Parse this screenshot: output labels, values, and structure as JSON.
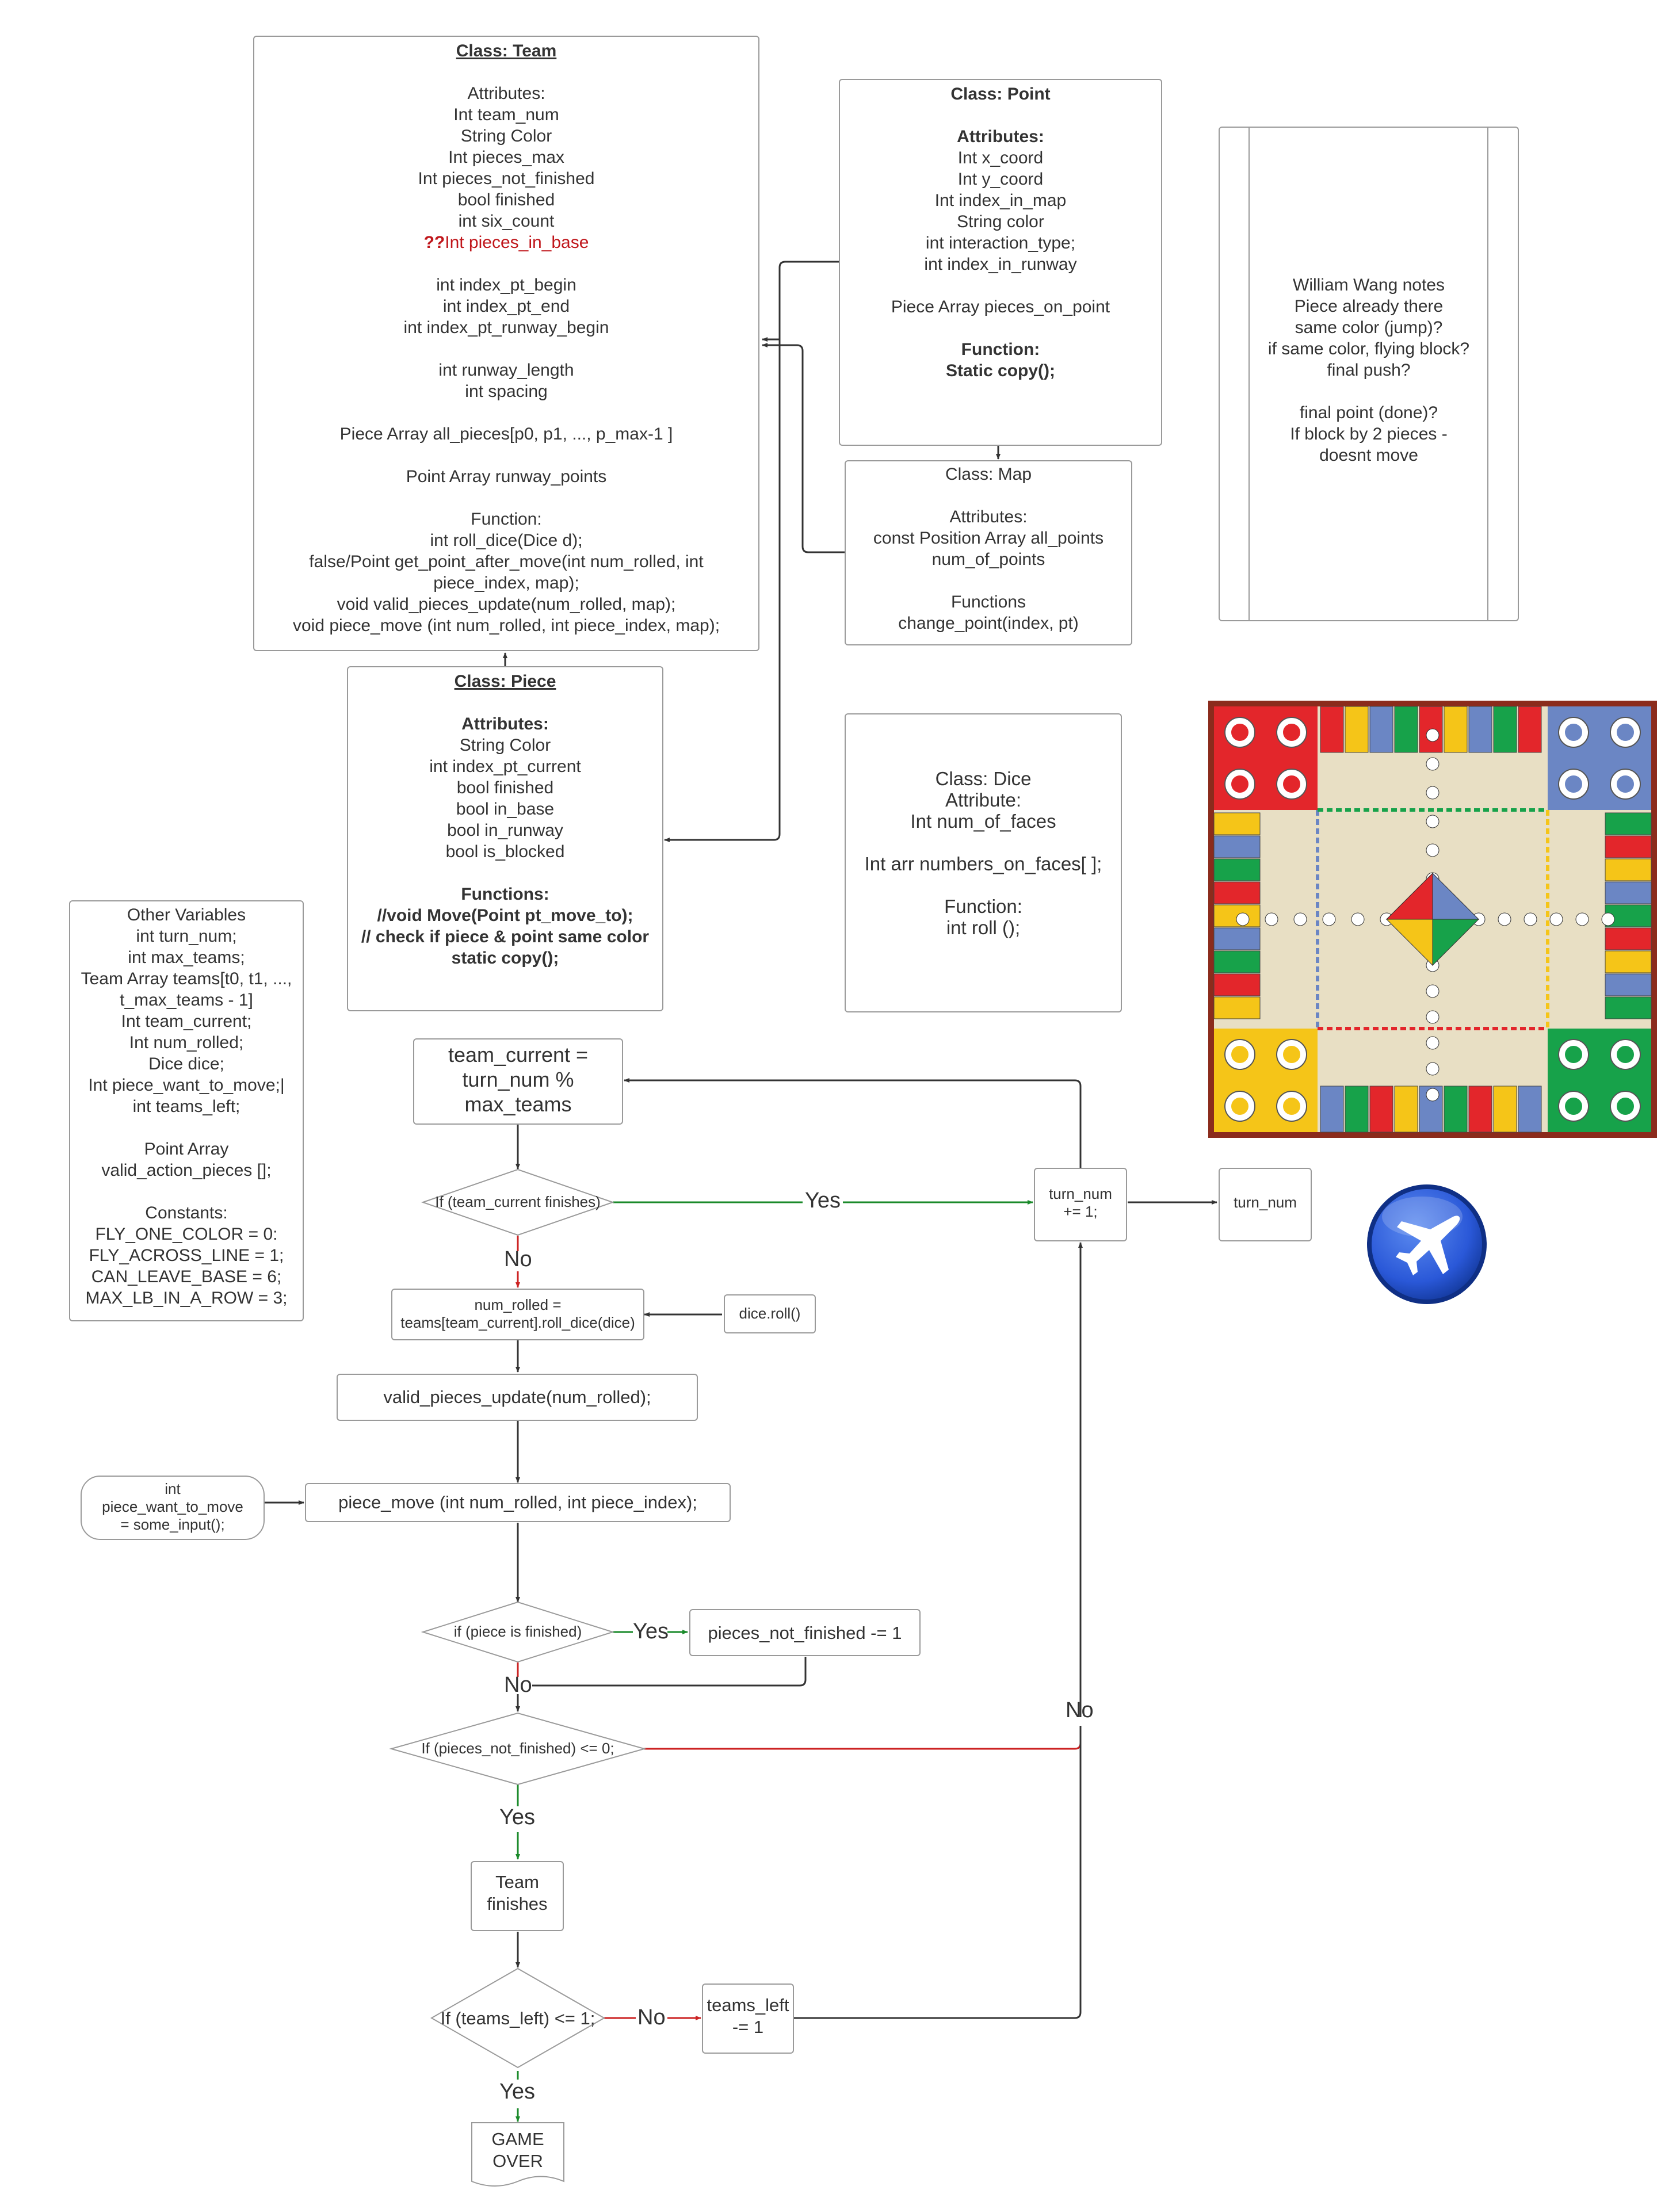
{
  "class_team": {
    "title": "Class: Team",
    "lines": [
      "",
      "Attributes:",
      "Int team_num",
      "String Color",
      "Int pieces_max",
      "Int pieces_not_finished",
      "bool finished",
      "int six_count",
      "",
      "",
      "int index_pt_begin",
      "int index_pt_end",
      "int index_pt_runway_begin",
      "",
      "int runway_length",
      "int spacing",
      "",
      "Piece Array all_pieces[p0, p1, ..., p_max-1 ]",
      "",
      "Point Array runway_points",
      "",
      "Function:",
      "int roll_dice(Dice d);",
      "false/Point get_point_after_move(int num_rolled, int",
      "piece_index, map);",
      "void valid_pieces_update(num_rolled, map);",
      "void piece_move (int num_rolled, int piece_index, map);"
    ],
    "flag_prefix": "??",
    "flag_text": "Int pieces_in_base"
  },
  "class_point": {
    "title": "Class: Point",
    "attr_heading": "Attributes:",
    "lines": [
      "Int x_coord",
      "Int y_coord",
      "Int index_in_map",
      "String color",
      "int interaction_type;",
      "int index_in_runway",
      "",
      "Piece Array pieces_on_point",
      ""
    ],
    "func_heading": "Function:",
    "func": "Static copy();"
  },
  "class_map": {
    "lines": [
      "Class: Map",
      "",
      "Attributes:",
      "const Position Array all_points",
      "num_of_points",
      "",
      "Functions",
      "change_point(index, pt)"
    ]
  },
  "notes": {
    "lines": [
      "William Wang notes",
      "Piece already there",
      "same color (jump)?",
      "if same color, flying block?",
      "final push?",
      "",
      "final point (done)?",
      "If block by 2 pieces -",
      "doesnt move"
    ]
  },
  "class_piece": {
    "title": "Class: Piece",
    "attr_heading": "Attributes:",
    "lines": [
      "String Color",
      "int index_pt_current",
      "bool finished",
      "bool in_base",
      "bool in_runway",
      "bool is_blocked",
      ""
    ],
    "func_heading": "Functions:",
    "func_lines": [
      "//void Move(Point pt_move_to);",
      "// check if piece & point same color",
      "static copy();"
    ]
  },
  "class_dice": {
    "lines": [
      "Class: Dice",
      "Attribute:",
      "Int num_of_faces",
      "",
      "Int arr numbers_on_faces[ ];",
      "",
      "Function:",
      "int roll ();"
    ]
  },
  "other_vars": {
    "lines": [
      "Other Variables",
      "int turn_num;",
      "int max_teams;",
      "Team Array teams[t0, t1, ...,",
      "t_max_teams - 1]",
      "Int team_current;",
      "Int num_rolled;",
      "Dice dice;",
      "Int piece_want_to_move;|",
      "int teams_left;",
      "",
      "Point Array",
      "valid_action_pieces [];",
      "",
      "Constants:",
      "FLY_ONE_COLOR = 0:",
      "FLY_ACROSS_LINE = 1;",
      "CAN_LEAVE_BASE = 6;",
      "MAX_LB_IN_A_ROW = 3;"
    ]
  },
  "flow": {
    "team_current": [
      "team_current =",
      "turn_num %",
      "max_teams"
    ],
    "if_team_finishes": "If (team_current finishes)",
    "turn_num_inc": [
      "turn_num",
      "+= 1;"
    ],
    "turn_num": "turn_num",
    "num_rolled": [
      "num_rolled =",
      "teams[team_current].roll_dice(dice)"
    ],
    "dice_roll": "dice.roll()",
    "valid_update": "valid_pieces_update(num_rolled);",
    "piece_want": [
      "int",
      "piece_want_to_move",
      "= some_input();"
    ],
    "piece_move": "piece_move (int num_rolled, int piece_index);",
    "if_piece_finished": "if (piece is finished)",
    "pieces_not_finished_dec": "pieces_not_finished -= 1",
    "if_pnf": "If (pieces_not_finished) <= 0;",
    "team_finishes": [
      "Team",
      "finishes"
    ],
    "if_teams_left": "If (teams_left) <= 1;",
    "teams_left_dec": [
      "teams_left",
      "-= 1"
    ],
    "game_over": [
      "GAME",
      "OVER"
    ]
  },
  "edge_labels": {
    "yes1": "Yes",
    "no1": "No",
    "yes2": "Yes",
    "no2": "No",
    "no3": "No",
    "yes3": "Yes",
    "no4": "No",
    "yes4": "Yes"
  },
  "colors": {
    "line": "#333333",
    "yes": "#1a8a2a",
    "no": "#cc2222",
    "box_border": "#9a9a9a",
    "board_red": "#e3262b",
    "board_yellow": "#f5c518",
    "board_blue": "#6b86c4",
    "board_green": "#17a24a",
    "board_frame": "#8b2b1c",
    "board_center": "#e8dfc4",
    "plane_icon_blue": "#2a58d8"
  },
  "board": {
    "icon": "ludo-flying-chess-board-icon"
  },
  "plane_icon": "airplane-icon"
}
